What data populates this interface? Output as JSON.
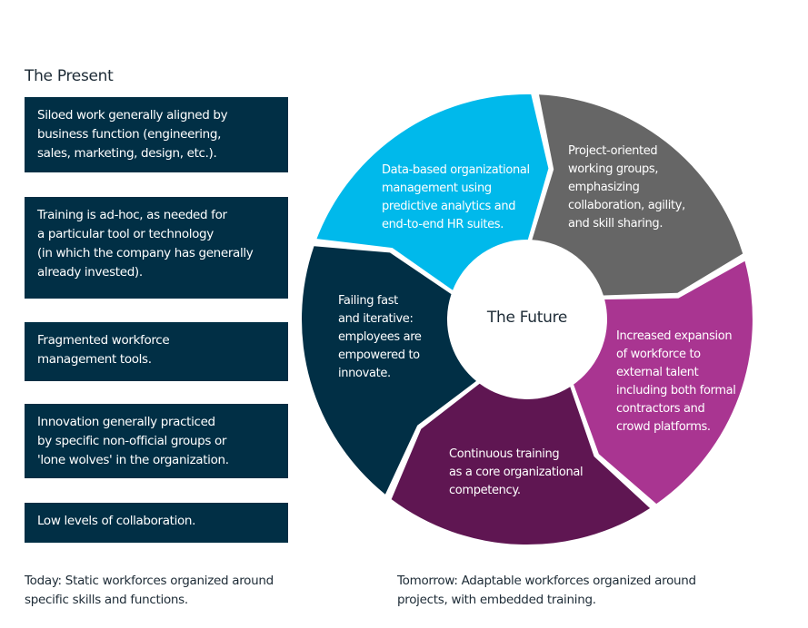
{
  "present": {
    "title": "The Present",
    "items": [
      "Siloed work generally aligned by\nbusiness function (engineering,\nsales, marketing, design, etc.).",
      "Training is ad-hoc, as needed for\na particular tool or technology\n(in which the company has generally\nalready invested).",
      "Fragmented workforce\nmanagement tools.",
      "Innovation generally practiced\nby specific non-official groups or\n'lone wolves' in the organization.",
      "Low levels of collaboration."
    ],
    "caption": "Today: Static workforces organized around\nspecific skills and functions.",
    "box_color": "#012f45"
  },
  "future": {
    "title": "The Future",
    "segments": [
      {
        "text": "Data-based organizational\nmanagement using\npredictive analytics and\nend-to-end HR suites.",
        "color": "#666666"
      },
      {
        "text": "Project-oriented\nworking groups,\nemphasizing\ncollaboration, agility,\nand skill sharing.",
        "color": "#a93591"
      },
      {
        "text": "Increased expansion\nof workforce to\nexternal talent\nincluding both formal\ncontractors and\ncrowd platforms.",
        "color": "#5f1652"
      },
      {
        "text": "Continuous training\nas a core organizational\ncompetency.",
        "color": "#012f45"
      },
      {
        "text": "Failing fast\nand iterative:\nemployees are\nempowered to\ninnovate.",
        "color": "#00b9eb"
      }
    ],
    "caption": "Tomorrow: Adaptable workforces organized around\nprojects, with embedded training."
  }
}
